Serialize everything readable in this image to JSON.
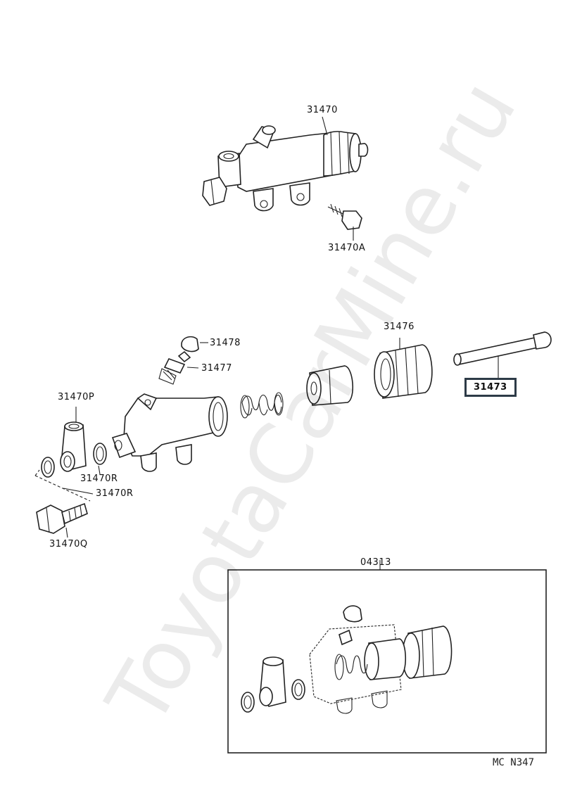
{
  "diagram": {
    "watermark": "ToyotaCarMine.ru",
    "drawing_code": "MC N347",
    "parts": {
      "p31470": "31470",
      "p31470A": "31470A",
      "p31478": "31478",
      "p31477": "31477",
      "p31476": "31476",
      "p31473": "31473",
      "p31470P": "31470P",
      "p31470R_1": "31470R",
      "p31470R_2": "31470R",
      "p31470Q": "31470Q",
      "p04313": "04313"
    },
    "selected_part": "31473"
  }
}
